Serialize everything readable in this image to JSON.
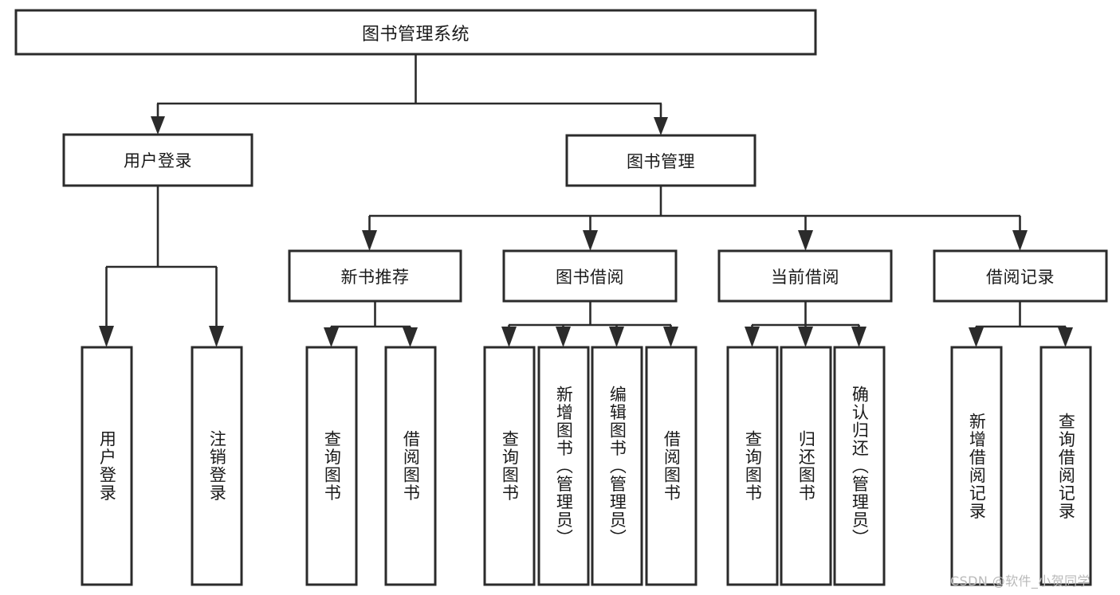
{
  "diagram": {
    "type": "tree-hierarchy",
    "title": "图书管理系统",
    "orientation": "top-down",
    "colors": {
      "box_stroke": "#2b2b2b",
      "box_fill": "#ffffff",
      "connector": "#2b2b2b",
      "text": "#1a1a1a",
      "background": "#ffffff",
      "watermark": "#b9b9b9"
    },
    "levels": {
      "root": {
        "label": "图书管理系统"
      },
      "level2": [
        {
          "label": "用户登录"
        },
        {
          "label": "图书管理"
        }
      ],
      "level3": [
        {
          "label": "新书推荐"
        },
        {
          "label": "图书借阅"
        },
        {
          "label": "当前借阅"
        },
        {
          "label": "借阅记录"
        }
      ],
      "leaves": [
        {
          "label": "用户登录",
          "parent": "用户登录"
        },
        {
          "label": "注销登录",
          "parent": "用户登录"
        },
        {
          "label": "查询图书",
          "parent": "新书推荐"
        },
        {
          "label": "借阅图书",
          "parent": "新书推荐"
        },
        {
          "label": "查询图书",
          "parent": "图书借阅"
        },
        {
          "label": "新增图书（管理员）",
          "parent": "图书借阅"
        },
        {
          "label": "编辑图书（管理员）",
          "parent": "图书借阅"
        },
        {
          "label": "借阅图书",
          "parent": "图书借阅"
        },
        {
          "label": "查询图书",
          "parent": "当前借阅"
        },
        {
          "label": "归还图书",
          "parent": "当前借阅"
        },
        {
          "label": "确认归还（管理员）",
          "parent": "当前借阅"
        },
        {
          "label": "新增借阅记录",
          "parent": "借阅记录"
        },
        {
          "label": "查询借阅记录",
          "parent": "借阅记录"
        }
      ]
    }
  },
  "watermark": {
    "text": "CSDN @软件_小贺同学"
  }
}
